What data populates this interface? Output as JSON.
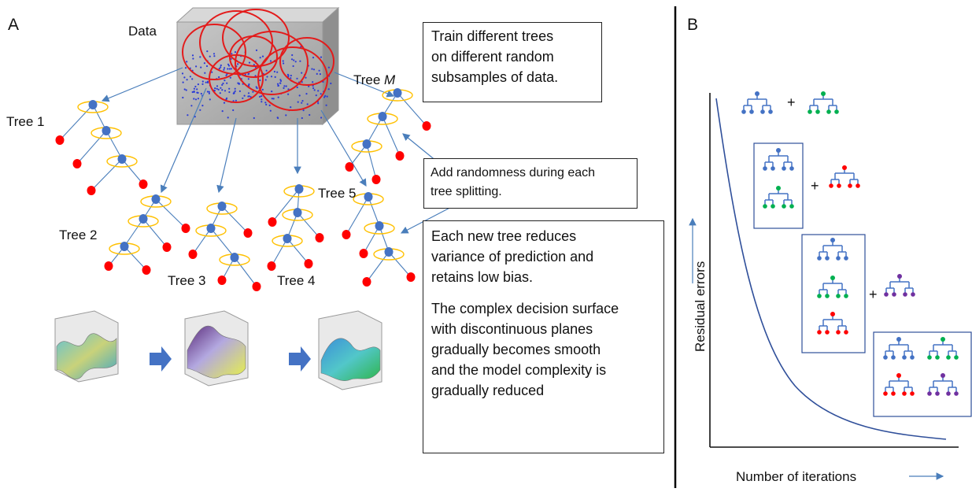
{
  "panel_a": {
    "letter": "A",
    "data_label": "Data",
    "tree_labels": {
      "tree1": "Tree 1",
      "tree2": "Tree 2",
      "tree3": "Tree 3",
      "tree4": "Tree 4",
      "tree5": "Tree 5",
      "treeM_prefix": "Tree ",
      "treeM_suffix": "M"
    },
    "box_train": [
      "Train different trees",
      "on different random",
      "subsamples of data."
    ],
    "box_randomness": [
      "Add randomness during each",
      "tree splitting."
    ],
    "box_variance": [
      "Each new tree reduces",
      "variance of prediction and",
      "retains low bias."
    ],
    "box_surface": [
      "The complex decision surface",
      "with discontinuous planes",
      "gradually becomes smooth",
      "and the model complexity is",
      "gradually reduced"
    ]
  },
  "panel_b": {
    "letter": "B",
    "y_axis_label": "Residual errors",
    "x_axis_label": "Number of iterations",
    "plus": "+"
  },
  "colors": {
    "node_blue": "#4472c4",
    "leaf_red": "#ff0000",
    "ring_gold": "#ffc000",
    "arrow_blue": "#4a7ebb",
    "green": "#00b050",
    "purple": "#7030a0",
    "divider": "#000000"
  }
}
